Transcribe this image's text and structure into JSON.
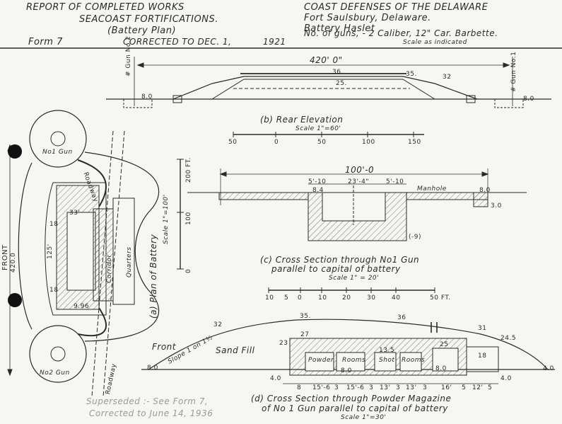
{
  "header_left": {
    "line1": "REPORT OF COMPLETED WORKS",
    "line2": "SEACOAST FORTIFICATIONS.",
    "line3": "(Battery Plan)",
    "form": "Form 7",
    "corrected": "CORRECTED TO DEC. 1,",
    "year": "1921"
  },
  "header_right": {
    "line1": "COAST DEFENSES OF THE DELAWARE",
    "line2": "Fort Saulsbury, Delaware.",
    "line3": "Battery Haslet",
    "line4": "No. of guns, - 2  Caliber, 12\" Car. Barbette.",
    "line5": "Scale as indicated"
  },
  "rear_elevation": {
    "dimension": "420' 0\"",
    "gun_left": "# Gun No.2",
    "gun_right": "# Gun No.1",
    "elev_36": "36.",
    "elev_35": "35.",
    "elev_25": "25.",
    "elev_32": "32",
    "elev_8_left": "8.0",
    "elev_8_right": "8.0",
    "title": "(b) Rear Elevation",
    "scale": "Scale 1\"=60'",
    "scale_ticks": [
      "50",
      "0",
      "50",
      "100",
      "150"
    ]
  },
  "cross_section_c": {
    "dimension": "100'-0",
    "dim_a": "5'-10",
    "dim_b": "23'-4\"",
    "dim_c": "5'-10",
    "manhole": "Manhole",
    "elev_84": "8.4",
    "elev_80": "8.0",
    "elev_30": "3.0",
    "elev_m9": "(-9)",
    "title_line1": "(c) Cross Section through No1 Gun",
    "title_line2": "parallel to capital of battery",
    "scale": "Scale 1\" = 20'",
    "scale_ticks": [
      "10",
      "5",
      "0",
      "10",
      "20",
      "30",
      "40",
      "50 FT."
    ]
  },
  "plan": {
    "front_label": "FRONT",
    "front_dim": "420.0",
    "gun1": "No1 Gun",
    "gun2": "No2 Gun",
    "title": "(a) Plan of Battery",
    "scale": "Scale 1\"=100'",
    "scale_ticks": [
      "200 FT.",
      "100",
      "0"
    ],
    "roadway_top": "Roadway",
    "roadway_bottom": "Roadway",
    "quarters": "Quarters",
    "corridor": "Corridor",
    "dims": [
      "33'",
      "18",
      "125'",
      "18",
      "9.96"
    ]
  },
  "cross_section_d": {
    "elev_35": "35.",
    "elev_36": "36",
    "elev_32": "32",
    "elev_31": "31",
    "elev_27": "27",
    "elev_23": "23",
    "elev_245": "24.5",
    "elev_25": "25",
    "elev_18": "18",
    "elev_135": "13.5",
    "elev_80a": "8.0",
    "elev_80b": "8.0",
    "elev_80c": "8.0",
    "elev_40a": "4.0",
    "elev_40b": "4.0",
    "elev_40c": "4.0",
    "front": "Front",
    "slope": "Slope 1 on 1½",
    "sand_fill": "Sand Fill",
    "rooms": [
      "Powder",
      "Rooms",
      "Shot",
      "Rooms"
    ],
    "bottom_dims": [
      "8",
      "15'-6",
      "3",
      "15'-6",
      "3",
      "13'",
      "3",
      "13'",
      "3",
      "16'",
      "5",
      "12'",
      "5"
    ],
    "title_line1": "(d) Cross Section through Powder Magazine",
    "title_line2": "of No 1 Gun parallel to capital of battery",
    "scale": "Scale 1\"=30'"
  },
  "superseded": {
    "line1": "Superseded :- See Form 7,",
    "line2": "Corrected to June 14, 1936"
  }
}
